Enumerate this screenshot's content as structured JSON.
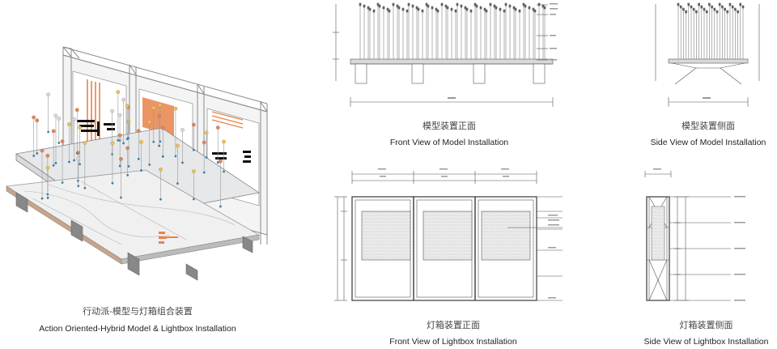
{
  "captions": {
    "hybrid": {
      "cn": "行动派-模型与灯箱组合装置",
      "en": "Action Oriented-Hybrid Model & Lightbox Installation"
    },
    "model_front": {
      "cn": "模型装置正面",
      "en": "Front View of Model Installation"
    },
    "model_side": {
      "cn": "模型装置侧面",
      "en": "Side View of Model Installation"
    },
    "lightbox_front": {
      "cn": "灯箱装置正面",
      "en": "Front View of Lightbox Installation"
    },
    "lightbox_side": {
      "cn": "灯箱装置侧面",
      "en": "Side View of Lightbox Installation"
    }
  },
  "colors": {
    "line": "#333333",
    "accent_orange": "#e8834a",
    "panel_gray": "#cfd4d8",
    "frame_light": "#dcdcdc"
  }
}
